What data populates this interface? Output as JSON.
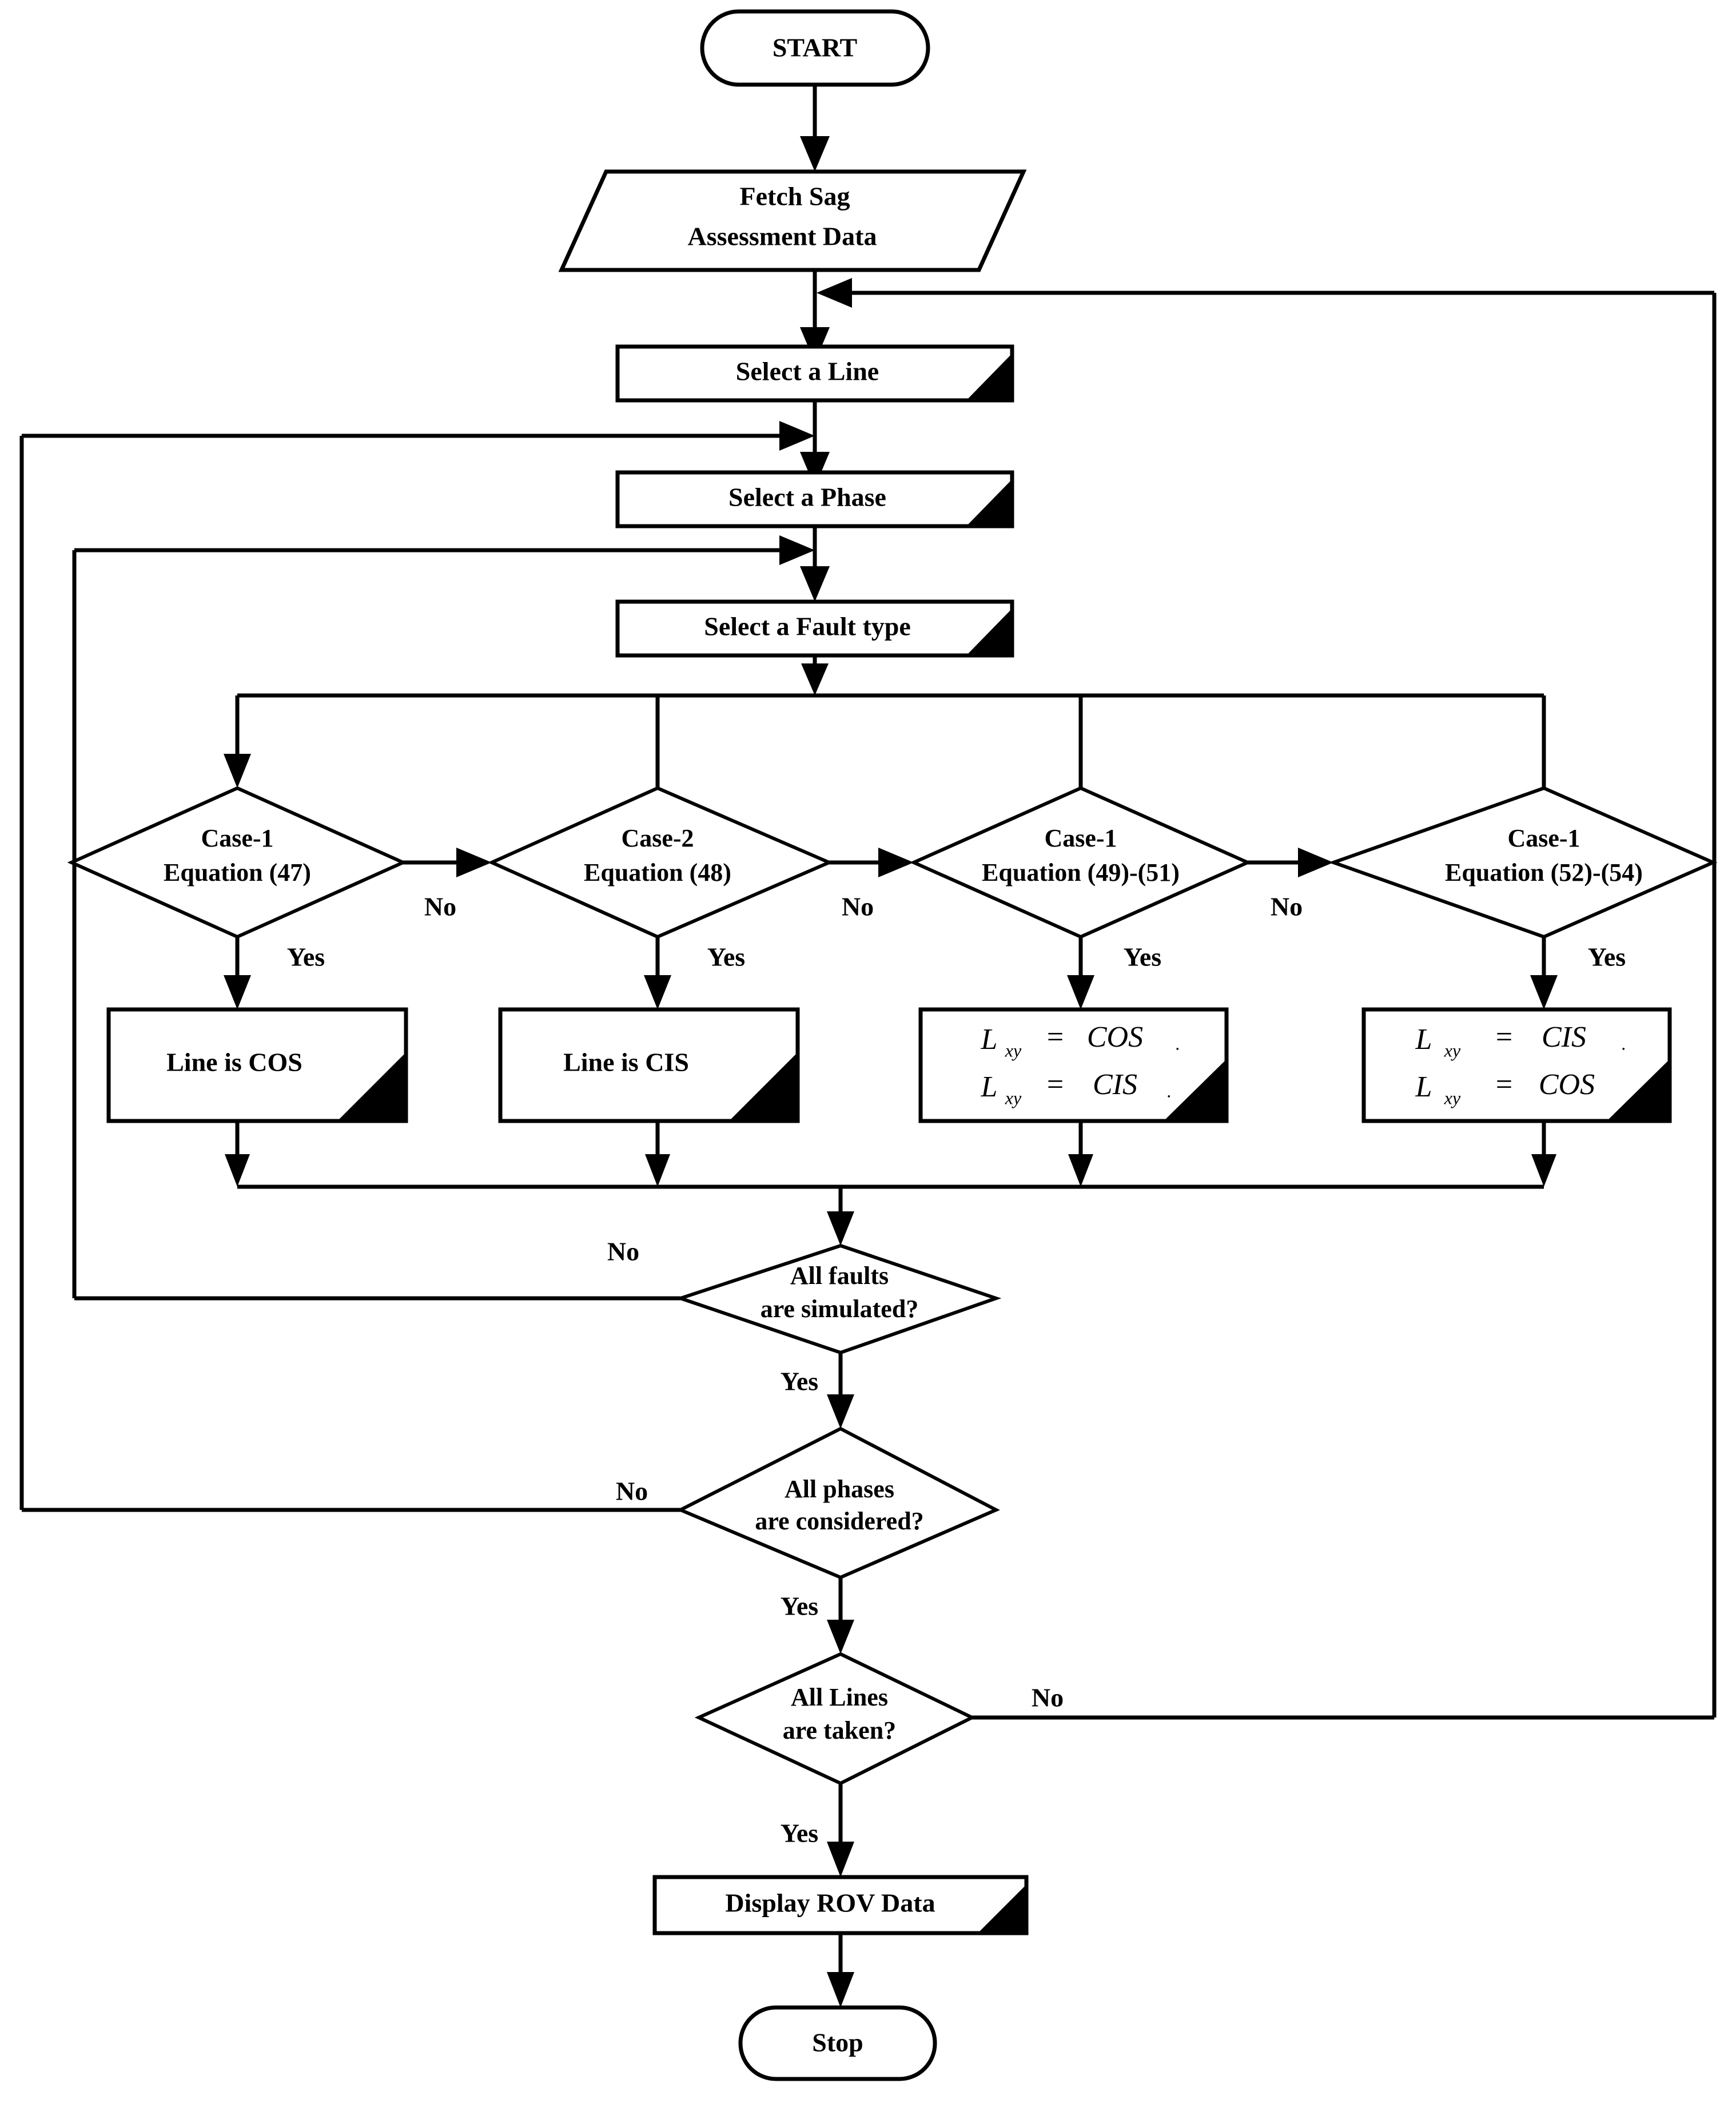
{
  "diagram": {
    "title": "Sag assessment ROV flowchart",
    "background_color": "#ffffff",
    "line_color": "#000000"
  },
  "nodes": {
    "start": {
      "label": "START",
      "shape": "terminator"
    },
    "fetch_data": {
      "label_line1": "Fetch Sag",
      "label_line2": "Assessment Data",
      "shape": "parallelogram"
    },
    "select_line": {
      "label": "Select a Line",
      "shape": "process-corner"
    },
    "select_phase": {
      "label": "Select a Phase",
      "shape": "process-corner"
    },
    "select_fault": {
      "label": "Select a Fault type",
      "shape": "process-corner"
    },
    "case1_47": {
      "label_line1": "Case-1",
      "label_line2": "Equation (47)",
      "shape": "decision"
    },
    "case2_48": {
      "label_line1": "Case-2",
      "label_line2": "Equation (48)",
      "shape": "decision"
    },
    "case1_49_51": {
      "label_line1": "Case-1",
      "label_line2": "Equation (49)-(51)",
      "shape": "decision"
    },
    "case1_52_54": {
      "label_line1": "Case-1",
      "label_line2": "Equation (52)-(54)",
      "shape": "decision"
    },
    "line_is_cos": {
      "label": "Line is COS",
      "shape": "process-corner"
    },
    "line_is_cis": {
      "label": "Line is CIS",
      "shape": "process-corner"
    },
    "eq_box_3": {
      "shape": "process-corner",
      "line1": {
        "var": "L",
        "sub": "xy",
        "eq": "=",
        "value": "COS"
      },
      "line2": {
        "var": "L",
        "sub": "xy",
        "eq": "=",
        "value": "CIS"
      }
    },
    "eq_box_4": {
      "shape": "process-corner",
      "line1": {
        "var": "L",
        "sub": "xy",
        "eq": "=",
        "value": "CIS"
      },
      "line2": {
        "var": "L",
        "sub": "xy",
        "eq": "=",
        "value": "COS"
      }
    },
    "all_faults": {
      "label_line1": "All faults",
      "label_line2": "are simulated?",
      "shape": "decision"
    },
    "all_phases": {
      "label_line1": "All phases",
      "label_line2": "are considered?",
      "shape": "decision"
    },
    "all_lines": {
      "label_line1": "All Lines",
      "label_line2": "are taken?",
      "shape": "decision"
    },
    "display_rov": {
      "label": "Display ROV Data",
      "shape": "process-corner"
    },
    "stop": {
      "label": "Stop",
      "shape": "terminator"
    }
  },
  "edge_labels": {
    "no_case1_47": "No",
    "no_case2_48": "No",
    "no_case1_49": "No",
    "yes_case1_47": "Yes",
    "yes_case2_48": "Yes",
    "yes_case1_49": "Yes",
    "yes_case1_52": "Yes",
    "no_all_faults": "No",
    "yes_all_faults": "Yes",
    "no_all_phases": "No",
    "yes_all_phases": "Yes",
    "no_all_lines": "No",
    "yes_all_lines": "Yes"
  }
}
